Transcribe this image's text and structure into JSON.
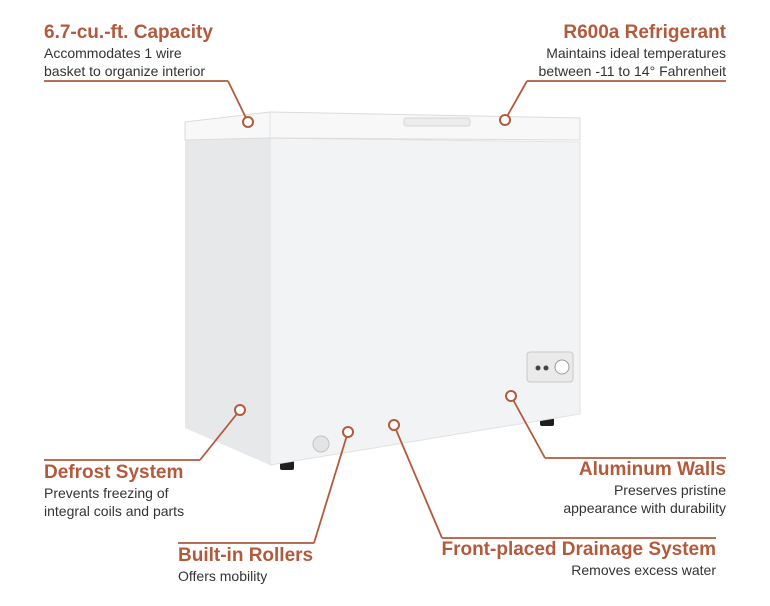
{
  "colors": {
    "accent": "#b35a3c",
    "freezer_body": "#f2f3f4",
    "freezer_shadow": "#dfe1e3",
    "text": "#333333"
  },
  "callouts": {
    "capacity": {
      "title": "6.7-cu.-ft. Capacity",
      "description": "Accommodates 1 wire\nbasket to organize interior"
    },
    "refrigerant": {
      "title": "R600a Refrigerant",
      "description": "Maintains ideal temperatures\nbetween -11 to 14° Fahrenheit"
    },
    "defrost": {
      "title": "Defrost System",
      "description": "Prevents freezing of\nintegral coils and parts"
    },
    "aluminum": {
      "title": "Aluminum Walls",
      "description": "Preserves pristine\nappearance with durability"
    },
    "rollers": {
      "title": "Built-in Rollers",
      "description": "Offers mobility"
    },
    "drainage": {
      "title": "Front-placed Drainage System",
      "description": "Removes excess water"
    }
  }
}
